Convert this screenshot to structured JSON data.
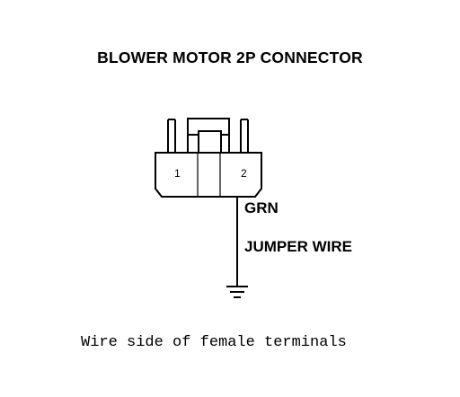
{
  "diagram": {
    "title": "BLOWER MOTOR 2P CONNECTOR",
    "connector": {
      "pins": [
        {
          "number": "1"
        },
        {
          "number": "2"
        }
      ]
    },
    "wire_color_label": "GRN",
    "jumper_label": "JUMPER WIRE",
    "ground_symbol": "ground-icon",
    "caption": "Wire side of female terminals",
    "line_color": "#000000",
    "background_color": "#ffffff"
  }
}
